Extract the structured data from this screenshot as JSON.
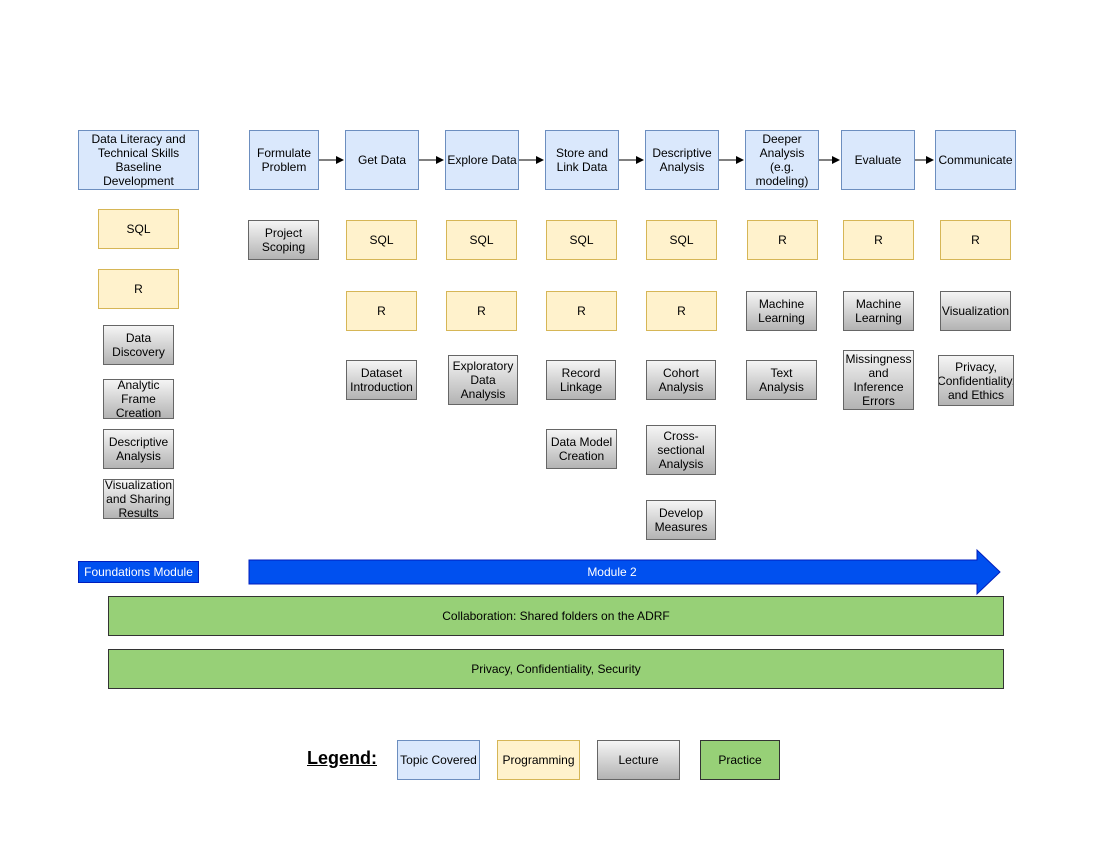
{
  "foundations": {
    "title": "Data Literacy and Technical Skills Baseline Development",
    "prog": [
      "SQL",
      "R"
    ],
    "lectures": [
      "Data Discovery",
      "Analytic Frame Creation",
      "Descriptive Analysis",
      "Visualization and Sharing Results"
    ],
    "module_label": "Foundations Module"
  },
  "stages": [
    {
      "title": "Formulate Problem"
    },
    {
      "title": "Get Data"
    },
    {
      "title": "Explore Data"
    },
    {
      "title": "Store and Link Data"
    },
    {
      "title": "Descriptive Analysis"
    },
    {
      "title": "Deeper Analysis (e.g. modeling)"
    },
    {
      "title": "Evaluate"
    },
    {
      "title": "Communicate"
    }
  ],
  "stage_items": {
    "formulate": [
      "Project Scoping"
    ],
    "get_data": {
      "prog": [
        "SQL",
        "R"
      ],
      "lect": [
        "Dataset Introduction"
      ]
    },
    "explore": {
      "prog": [
        "SQL",
        "R"
      ],
      "lect": [
        "Exploratory Data Analysis"
      ]
    },
    "store": {
      "prog": [
        "SQL",
        "R"
      ],
      "lect": [
        "Record Linkage",
        "Data Model Creation"
      ]
    },
    "descriptive": {
      "prog": [
        "SQL",
        "R"
      ],
      "lect": [
        "Cohort Analysis",
        "Cross-sectional Analysis",
        "Develop Measures"
      ]
    },
    "deeper": {
      "prog": [
        "R"
      ],
      "lect": [
        "Machine Learning",
        "Text Analysis"
      ]
    },
    "evaluate": {
      "prog": [
        "R"
      ],
      "lect": [
        "Machine Learning",
        "Missingness and Inference Errors"
      ]
    },
    "communicate": {
      "prog": [
        "R"
      ],
      "lect": [
        "Visualization",
        "Privacy, Confidentiality, and Ethics"
      ]
    }
  },
  "module2_label": "Module 2",
  "practice": [
    "Collaboration: Shared folders on the ADRF",
    "Privacy, Confidentiality, Security"
  ],
  "legend": {
    "title": "Legend:",
    "topic": "Topic Covered",
    "programming": "Programming",
    "lecture": "Lecture",
    "practice": "Practice"
  },
  "colors": {
    "topic_fill": "#dae8fc",
    "programming_fill": "#fff2cc",
    "lecture_fill": "#e0e0e0",
    "practice_fill": "#97d077",
    "module_blue": "#0050ef"
  }
}
